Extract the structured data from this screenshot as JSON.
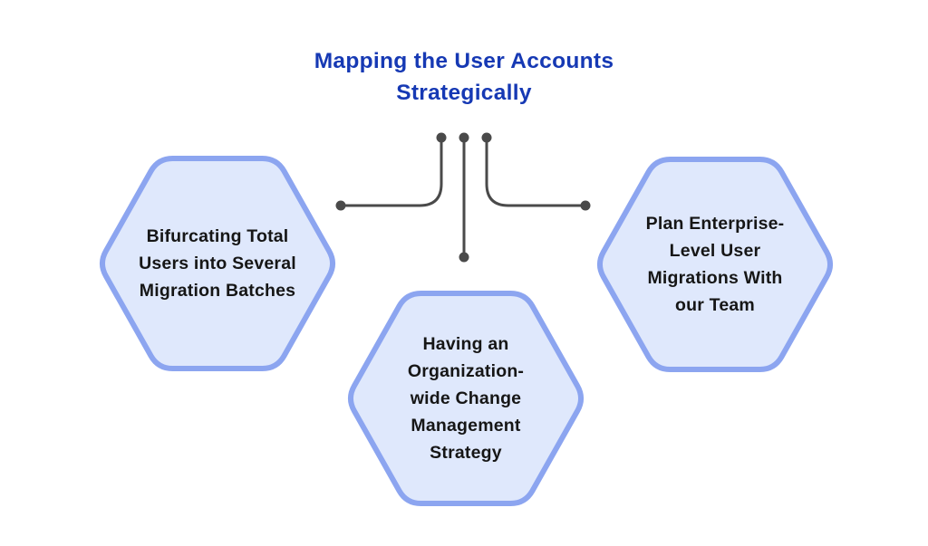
{
  "colors": {
    "background": "#ffffff",
    "title-color": "#1639b4",
    "hexagon-fill": "#dfe8fc",
    "hexagon-border": "#8ca5f0",
    "connector-color": "#4a4a4a",
    "body-text-color": "#161616"
  },
  "title": {
    "lines": [
      "Mapping the User Accounts",
      "Strategically"
    ]
  },
  "hexagons": [
    {
      "position": "left",
      "lines": [
        "Bifurcating Total",
        "Users into Several",
        "Migration Batches"
      ]
    },
    {
      "position": "center",
      "lines": [
        "Having an",
        "Organization-",
        "wide Change",
        "Management",
        "Strategy"
      ]
    },
    {
      "position": "right",
      "lines": [
        "Plan Enterprise-",
        "Level User",
        "Migrations With",
        "our Team"
      ]
    }
  ]
}
